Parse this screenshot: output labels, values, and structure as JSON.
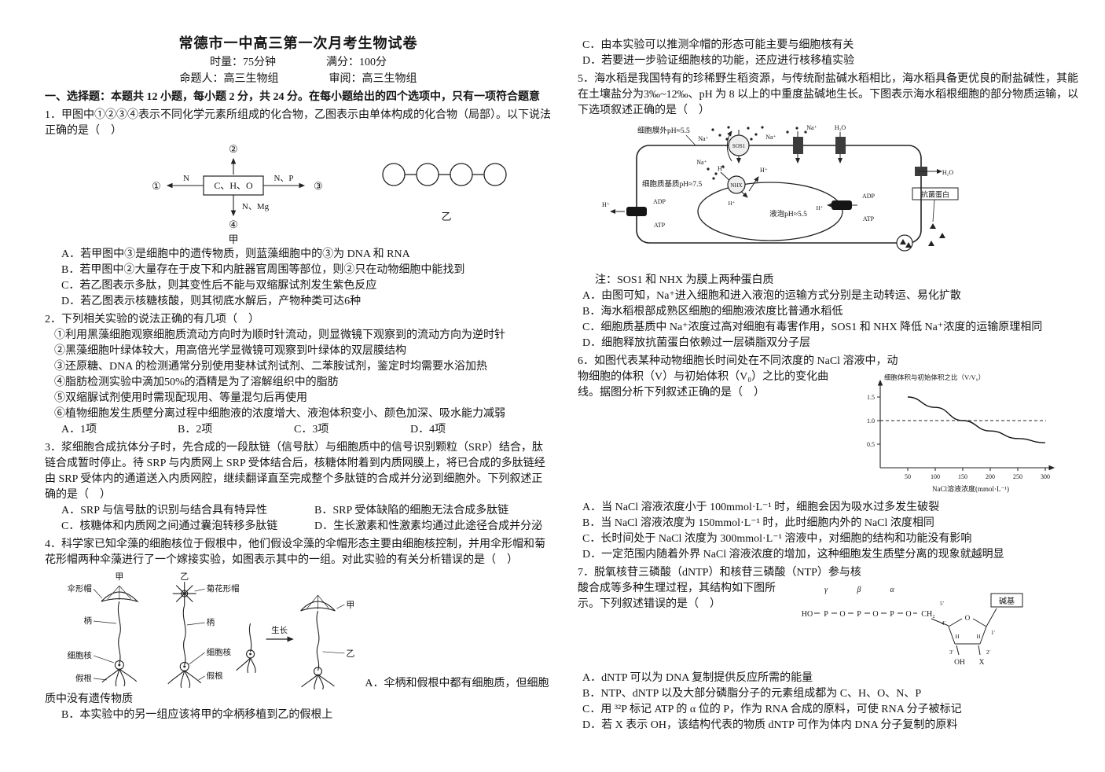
{
  "header": {
    "title": "常德市一中高三第一次月考生物试卷",
    "duration": "时量：75分钟",
    "full_score": "满分：100分",
    "setter": "命题人：高三生物组",
    "reviewer": "审阅：高三生物组"
  },
  "section": {
    "heading": "一、选择题：本题共 12 小题，每小题 2 分，共 24 分。在每小题给出的四个选项中，只有一项符合题意"
  },
  "q1": {
    "num": "1．",
    "stem": "甲图中①②③④表示不同化学元素所组成的化合物，乙图表示由单体构成的化合物（局部）。以下说法正确的是（　）",
    "diagram": {
      "box": "C、H、O",
      "label1": "①",
      "label2": "②",
      "label3": "③",
      "label4": "④",
      "n": "N",
      "np": "N、P",
      "nmg": "N、Mg",
      "jia": "甲",
      "yi": "乙"
    },
    "options": [
      "A．若甲图中③是细胞中的遗传物质，则蓝藻细胞中的③为 DNA 和 RNA",
      "B．若甲图中②大量存在于皮下和内脏器官周围等部位，则②只在动物细胞中能找到",
      "C．若乙图表示多肽，则其变性后不能与双缩脲试剂发生紫色反应",
      "D．若乙图表示核糖核酸，则其彻底水解后，产物种类可达6种"
    ]
  },
  "q2": {
    "num": "2．",
    "stem": "下列相关实验的说法正确的有几项（　）",
    "statements": [
      "①利用黑藻细胞观察细胞质流动方向时为顺时针流动，则显微镜下观察到的流动方向为逆时针",
      "②黑藻细胞叶绿体较大，用高倍光学显微镜可观察到叶绿体的双层膜结构",
      "③还原糖、DNA 的检测通常分别使用斐林试剂试剂、二苯胺试剂，鉴定时均需要水浴加热",
      "④脂肪检测实验中滴加50%的酒精是为了溶解组织中的脂肪",
      "⑤双缩脲试剂使用时需现配现用、等量混匀后再使用",
      "⑥植物细胞发生质壁分离过程中细胞液的浓度增大、液泡体积变小、颜色加深、吸水能力减弱"
    ],
    "options": [
      "A．1项",
      "B．2项",
      "C．3项",
      "D．4项"
    ]
  },
  "q3": {
    "num": "3．",
    "stem": "浆细胞合成抗体分子时，先合成的一段肽链（信号肽）与细胞质中的信号识别颗粒（SRP）结合，肽链合成暂时停止。待 SRP 与内质网上 SRP 受体结合后，核糖体附着到内质网膜上，将已合成的多肽链经由 SRP 受体内的通道送入内质网腔，继续翻译直至完成整个多肽链的合成并分泌到细胞外。下列叙述正确的是（　）",
    "options": [
      "A．SRP 与信号肽的识别与结合具有特异性",
      "B．SRP 受体缺陷的细胞无法合成多肽链",
      "C．核糖体和内质网之间通过囊泡转移多肽链",
      "D．生长激素和性激素均通过此途径合成并分泌"
    ]
  },
  "q4": {
    "num": "4．",
    "stem": "科学家已知伞藻的细胞核位于假根中，他们假设伞藻的伞帽形态主要由细胞核控制，并用伞形帽和菊花形帽两种伞藻进行了一个嫁接实验，如图表示其中的一组。对此实验的有关分析错误的是（　）",
    "diagram": {
      "jia": "甲",
      "yi": "乙",
      "umbrella_cap": "伞形帽",
      "daisy_cap": "菊花形帽",
      "stalk": "柄",
      "nucleus": "细胞核",
      "rhizoid": "假根",
      "grow": "生长",
      "result_jia": "甲",
      "result_yi": "乙"
    },
    "optionA_part1": "A．伞柄和假根中都有细胞质，但细胞",
    "optionA_part2": "质中没有遗传物质",
    "optionB": "B．本实验中的另一组应该将甲的伞柄移植到乙的假根上",
    "optionC": "C．由本实验可以推测伞帽的形态可能主要与细胞核有关",
    "optionD": "D．若要进一步验证细胞核的功能，还应进行核移植实验"
  },
  "q5": {
    "num": "5．",
    "stem": "海水稻是我国特有的珍稀野生稻资源，与传统耐盐碱水稻相比，海水稻具备更优良的耐盐碱性，其能在土壤盐分为3‰~12‰、pH 为 8 以上的中重度盐碱地生长。下图表示海水稻根细胞的部分物质运输，以下选项叙述正确的是（　）",
    "diagram": {
      "membrane_out": "细胞膜外pH≈5.5",
      "cytosol": "细胞质基质pH≈7.5",
      "vacuole": "液泡pH≈5.5",
      "sos1": "SOS1",
      "nhx": "NHX",
      "na": "Na⁺",
      "h": "H⁺",
      "h2o": "H₂O",
      "adp": "ADP",
      "atp": "ATP",
      "antimicrobial": "抗菌蛋白"
    },
    "note": "注：SOS1 和 NHX 为膜上两种蛋白质",
    "options": [
      "A．由图可知，Na⁺进入细胞和进入液泡的运输方式分别是主动转运、易化扩散",
      "B．海水稻根部成熟区细胞的细胞液浓度比普通水稻低",
      "C．细胞质基质中 Na⁺浓度过高对细胞有毒害作用，SOS1 和 NHX 降低 Na⁺浓度的运输原理相同",
      "D．细胞释放抗菌蛋白依赖过一层磷脂双分子层"
    ]
  },
  "q6": {
    "num": "6．",
    "stem_1": "如图代表某种动物细胞长时间处在不同浓度的 NaCl 溶液中，动",
    "stem_2": "物细胞的体积（V）与初始体积（V₀）之比的变化曲线。据图分析下列叙述正确的是（　）",
    "options": [
      "A．当 NaCl 溶液浓度小于 100mmol·L⁻¹ 时，细胞会因为吸水过多发生破裂",
      "B．当 NaCl 溶液浓度为 150mmol·L⁻¹ 时，此时细胞内外的 NaCl 浓度相同",
      "C．长时间处于 NaCl 浓度为 300mmol·L⁻¹ 溶液中，对细胞的结构和功能没有影响",
      "D．一定范围内随着外界 NaCl 溶液浓度的增加，这种细胞发生质壁分离的现象就越明显"
    ]
  },
  "chart_data": {
    "type": "line",
    "title": "细胞体积与初始体积之比（V/V₀）",
    "xlabel": "NaCl溶液浓度(mmol·L⁻¹)",
    "x": [
      50,
      100,
      150,
      200,
      250,
      300
    ],
    "y": [
      1.5,
      1.28,
      1.0,
      0.78,
      0.62,
      0.53
    ],
    "y_tick_labels": [
      "0.5",
      "1.0",
      "1.5"
    ],
    "dashed_y": 1.0,
    "xlim": [
      0,
      330
    ],
    "ylim": [
      0,
      1.75
    ],
    "grid": "off",
    "legend": "none"
  },
  "q7": {
    "num": "7．",
    "stem_1": "脱氧核苷三磷酸（dNTP）和核苷三磷酸（NTP）参与核",
    "stem_2": "酸合成等多种生理过程，其结构如下图所示。下列叙述错误的是（　）",
    "diagram": {
      "gamma": "γ",
      "beta": "β",
      "alpha": "α",
      "ho": "HO",
      "p": "P",
      "o": "O",
      "ch2": "CH₂",
      "five": "5′",
      "one": "1′",
      "two": "2′",
      "three": "3′",
      "four": "4′",
      "base": "碱基",
      "h": "H",
      "oh": "OH",
      "x": "X"
    },
    "options": [
      "A．dNTP 可以为 DNA 复制提供反应所需的能量",
      "B．NTP、dNTP 以及大部分磷脂分子的元素组成都为 C、H、O、N、P",
      "C．用 ³²P 标记 ATP 的 α 位的 P，作为 RNA 合成的原料，可使 RNA 分子被标记",
      "D．若 X 表示 OH，该结构代表的物质 dNTP 可作为体内 DNA 分子复制的原料"
    ]
  }
}
